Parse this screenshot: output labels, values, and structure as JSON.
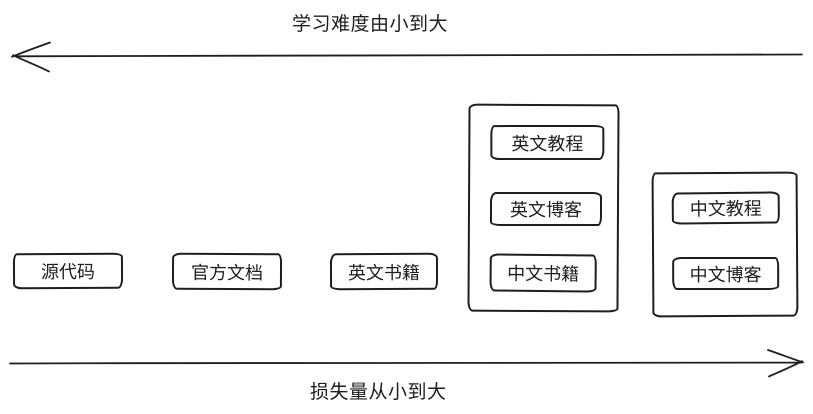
{
  "diagram": {
    "axes": {
      "top": {
        "label": "学习难度由小到大",
        "direction": "left"
      },
      "bottom": {
        "label": "损失量从小到大",
        "direction": "right"
      }
    },
    "boxes": {
      "source_code": "源代码",
      "official_docs": "官方文档",
      "english_books": "英文书籍",
      "english_tutorials": "英文教程",
      "english_blogs": "英文博客",
      "chinese_books": "中文书籍",
      "chinese_tutorials": "中文教程",
      "chinese_blogs": "中文博客"
    },
    "colors": {
      "stroke": "#1e1e1e",
      "background": "#ffffff"
    }
  }
}
